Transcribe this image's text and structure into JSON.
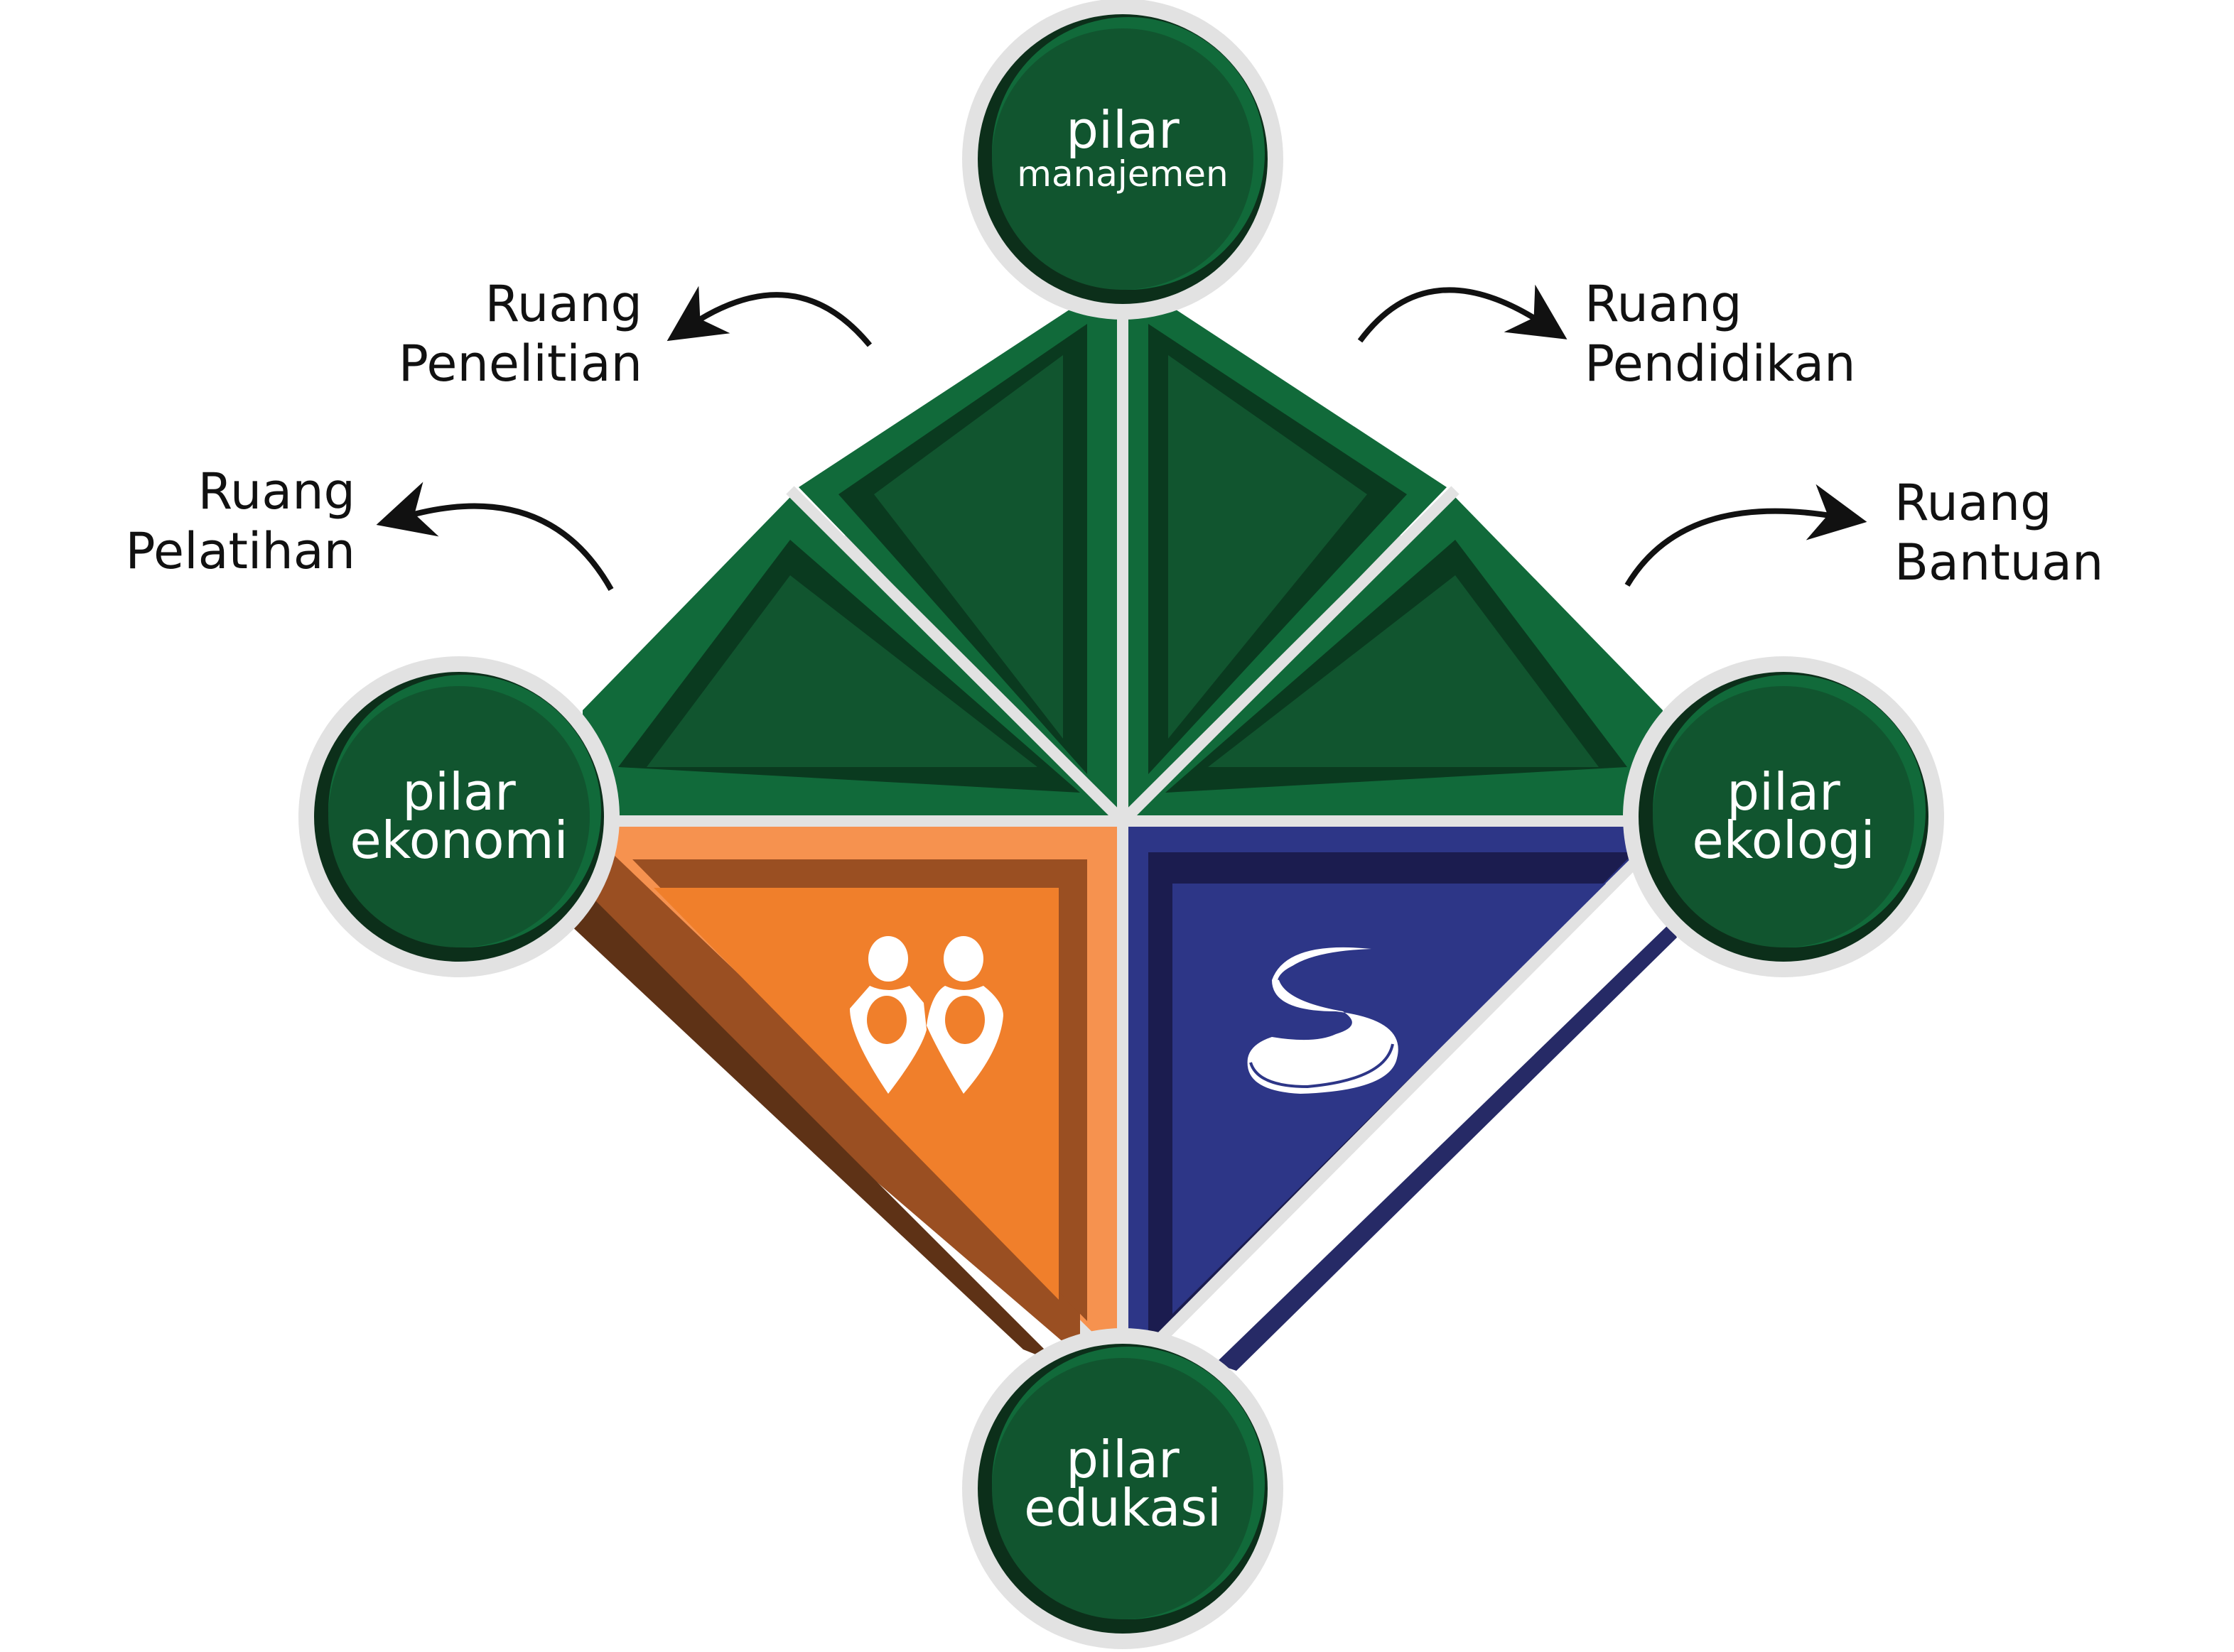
{
  "pillars": {
    "top": {
      "line1": "pilar",
      "line2": "manajemen"
    },
    "left": {
      "line1": "pilar",
      "line2": "ekonomi"
    },
    "right": {
      "line1": "pilar",
      "line2": "ekologi"
    },
    "bottom": {
      "line1": "pilar",
      "line2": "edukasi"
    }
  },
  "spaces": {
    "penelitian": {
      "line1": "Ruang",
      "line2": "Penelitian"
    },
    "pendidikan": {
      "line1": "Ruang",
      "line2": "Pendidikan"
    },
    "pelatihan": {
      "line1": "Ruang",
      "line2": "Pelatihan"
    },
    "bantuan": {
      "line1": "Ruang",
      "line2": "Bantuan"
    }
  },
  "icons": {
    "orange": "people-pin-logo",
    "blue": "river-s-logo"
  },
  "colors": {
    "green": "#11552f",
    "green_light": "#116a3a",
    "green_dark": "#0a3a1f",
    "orange": "#f07f2b",
    "orange_light": "#f6924f",
    "orange_dark": "#9a4f22",
    "blue": "#2d3687",
    "blue_dark": "#1b1c4f",
    "divider": "#e2e2e2"
  }
}
